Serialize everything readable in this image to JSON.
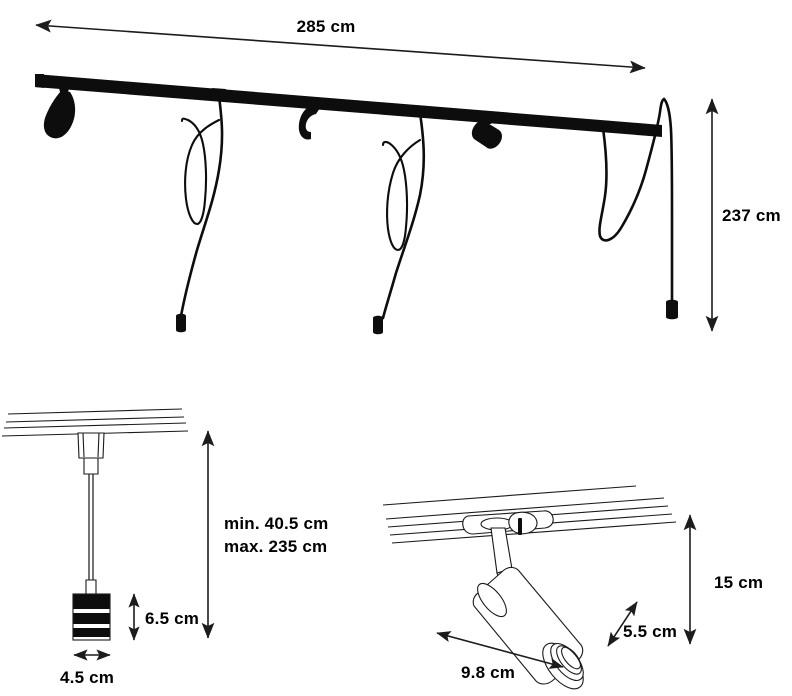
{
  "drawing": {
    "title": "Track lighting system dimension drawing",
    "background_color": "#ffffff",
    "line_color": "#0d0d0d",
    "views": [
      {
        "name": "overview",
        "description": "Full track rail with three pendant lamps and three spotlights"
      },
      {
        "name": "pendant-detail",
        "description": "Close-up of single pendant lamp holder suspended from track"
      },
      {
        "name": "spotlight-detail",
        "description": "Close-up of single cylindrical spotlight mounted on track"
      }
    ]
  },
  "dimensions": {
    "track_length": "285 cm",
    "drop_height": "237 cm",
    "pendant_drop_range_min": "min. 40.5 cm",
    "pendant_drop_range_max": "max. 235 cm",
    "holder_height": "6.5 cm",
    "holder_diameter": "4.5 cm",
    "spot_height": "15 cm",
    "spot_diameter": "5.5 cm",
    "spot_length": "9.8 cm"
  },
  "overview": {
    "track_label": "285 cm",
    "height_label": "237 cm",
    "pendant_count": 3,
    "spot_count": 3
  },
  "pendant_detail": {
    "range_line_1": "min. 40.5 cm",
    "range_line_2": "max. 235 cm",
    "holder_height_label": "6.5 cm",
    "holder_width_label": "4.5 cm"
  },
  "spotlight_detail": {
    "height_label": "15 cm",
    "diameter_label": "5.5 cm",
    "length_label": "9.8 cm"
  }
}
